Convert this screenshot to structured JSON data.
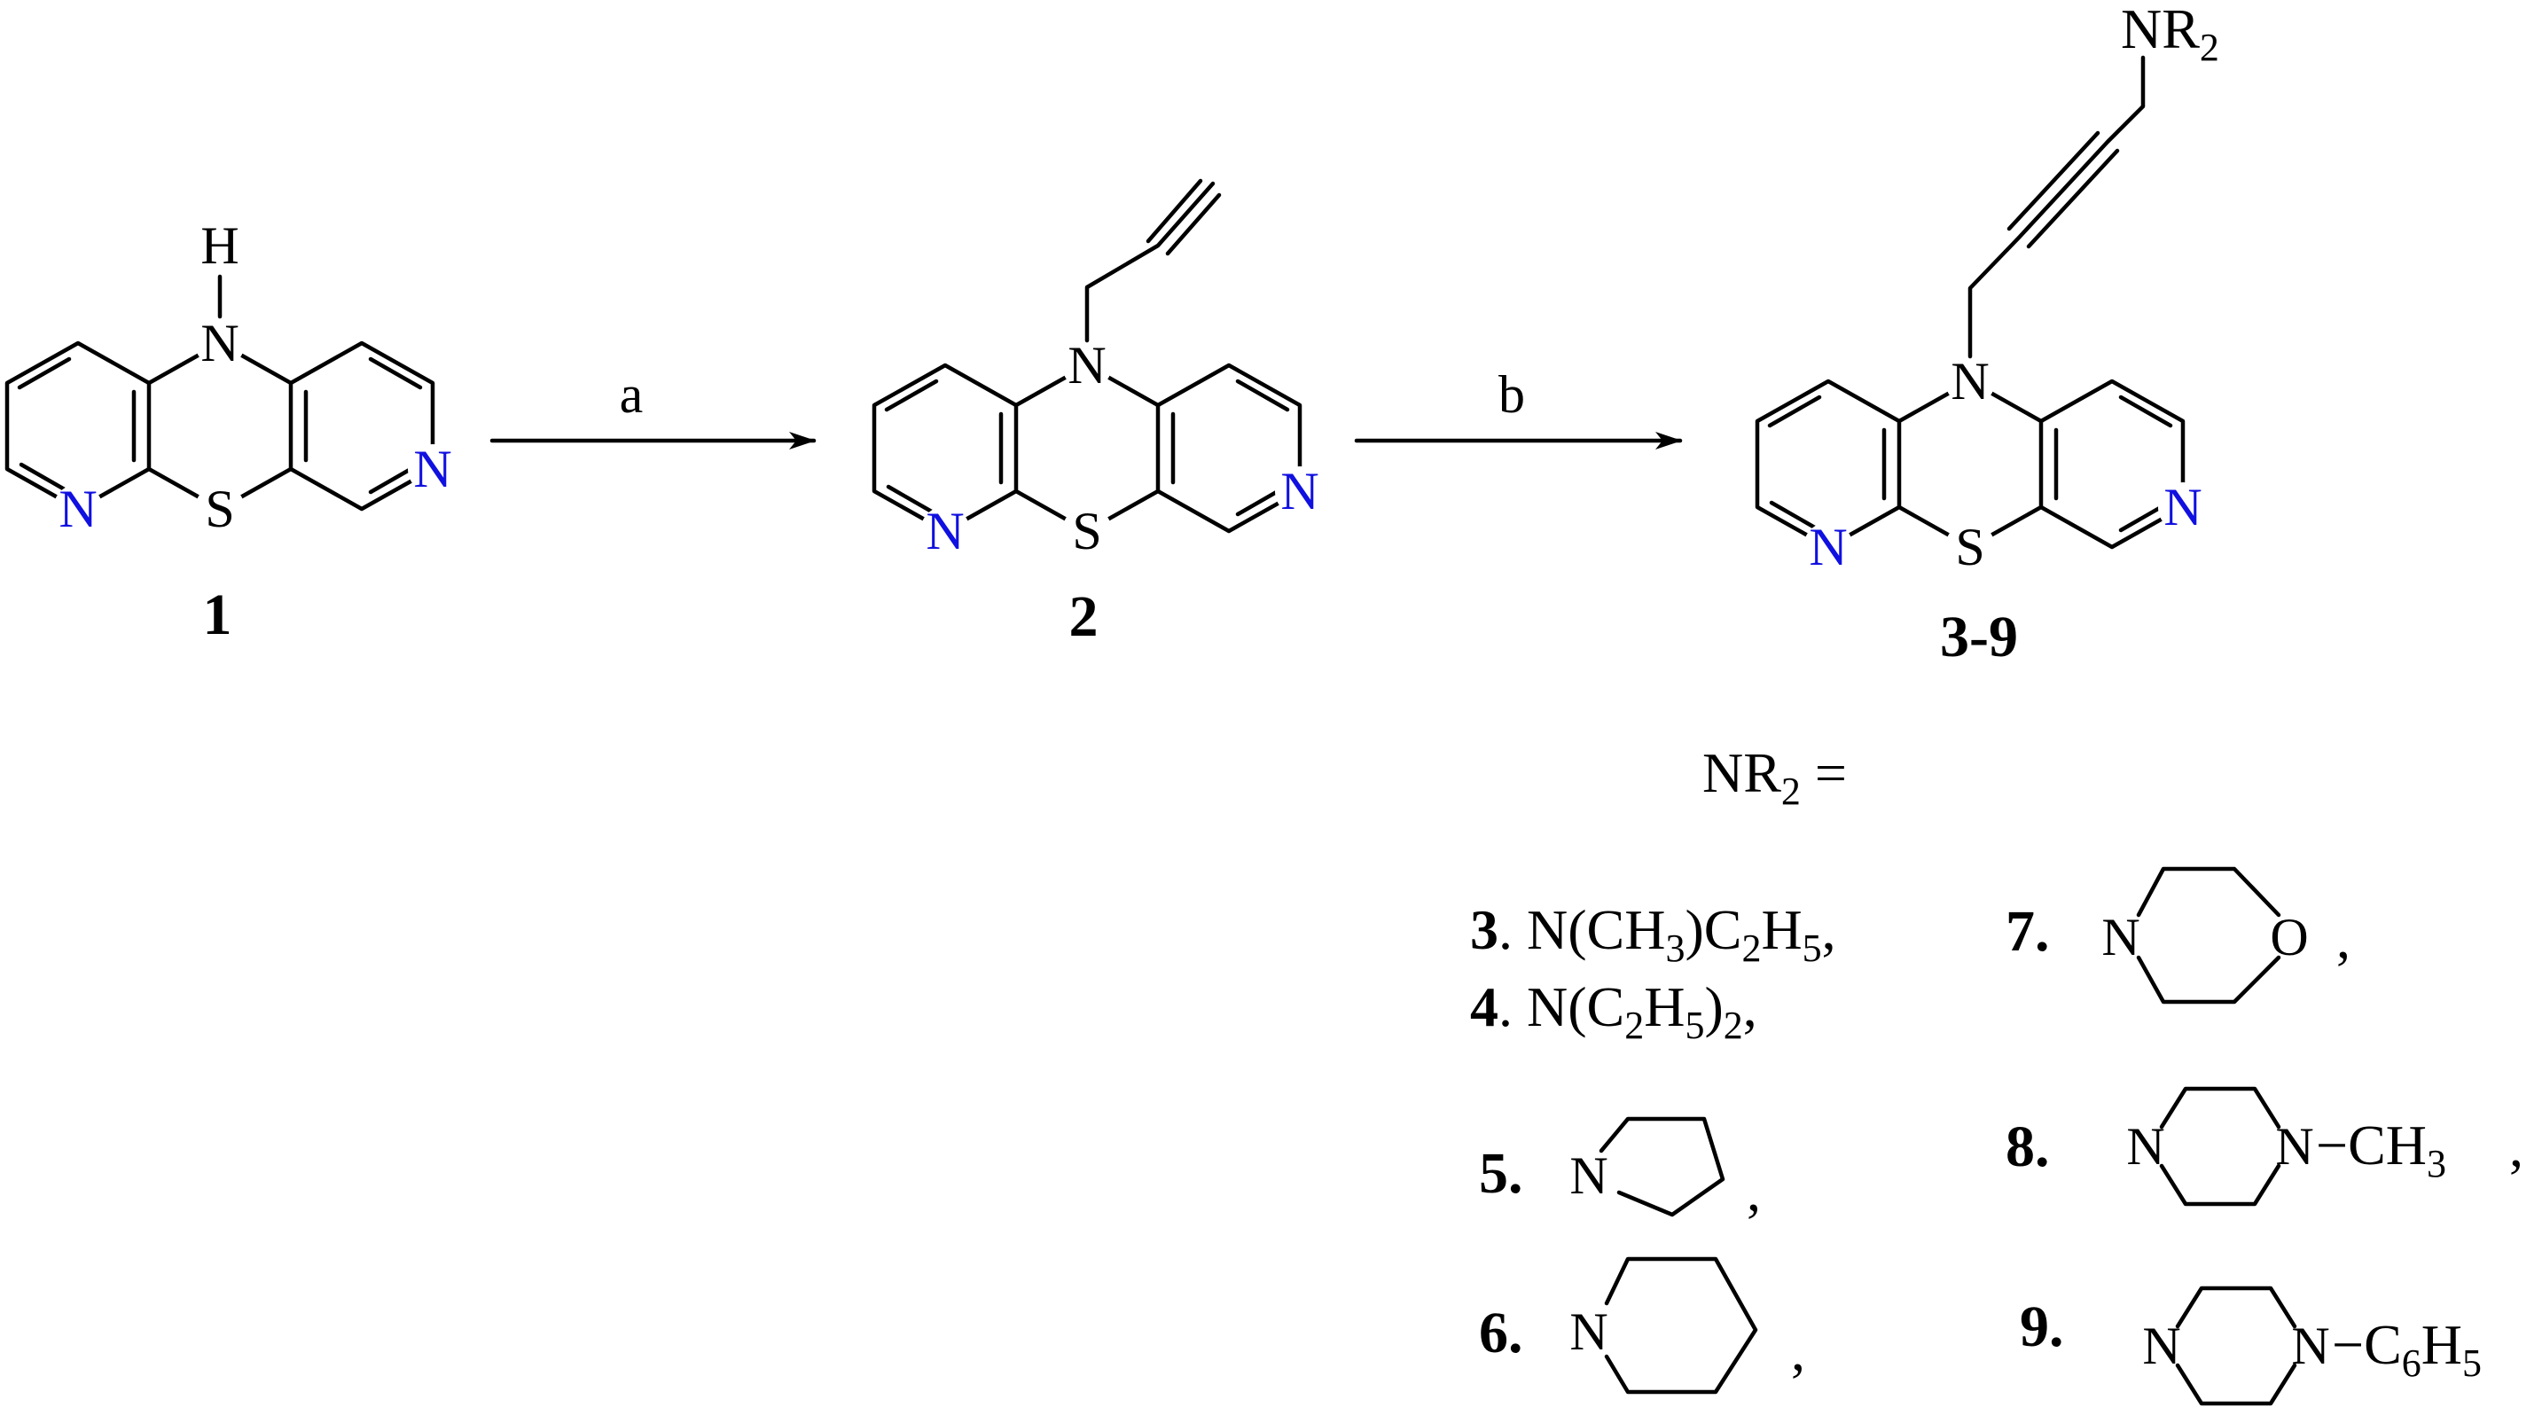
{
  "atoms": {
    "N": "N",
    "S": "S",
    "H": "H",
    "O": "O"
  },
  "colors": {
    "pyridine_N": "#1010e0",
    "default": "#000000"
  },
  "compounds": {
    "c1": "1",
    "c2": "2",
    "c3": "3-9"
  },
  "reagents": {
    "a": "a",
    "b": "b"
  },
  "substituent": {
    "prefix": "NR",
    "sub": "2"
  },
  "equation": {
    "lhs": "NR",
    "lhs_sub": "2",
    "eq": " ="
  },
  "items": {
    "i3": {
      "num": "3",
      "text": [
        ". N(CH",
        "3",
        ")C",
        "2",
        "H",
        "5",
        ","
      ]
    },
    "i4": {
      "num": "4",
      "text": [
        ". N(C",
        "2",
        "H",
        "5",
        ")",
        "2",
        ","
      ]
    },
    "i5": {
      "num": "5.",
      "after": ","
    },
    "i6": {
      "num": "6.",
      "after": ","
    },
    "i7": {
      "num": "7.",
      "after": ","
    },
    "i8": {
      "num": "8.",
      "group": "−CH",
      "group_sub": "3",
      "after": ","
    },
    "i9": {
      "num": "9.",
      "group": "−C",
      "group_sub": "6",
      "group_tail": "H",
      "group_tail_sub": "5"
    }
  }
}
